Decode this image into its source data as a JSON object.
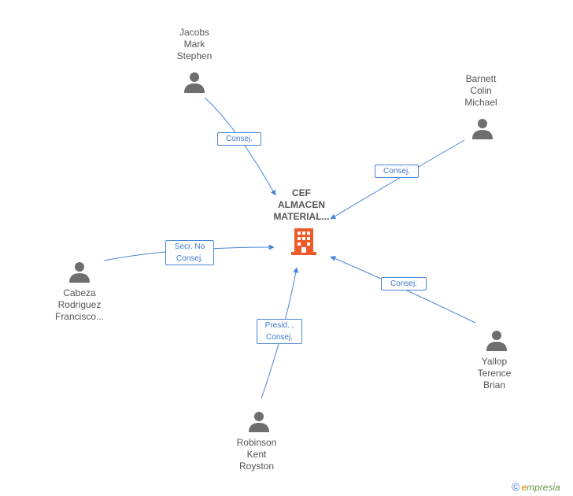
{
  "company": {
    "name_lines": [
      "CEF",
      "ALMACEN",
      "MATERIAL..."
    ],
    "icon": "building-icon",
    "color": "#f05a28"
  },
  "people": [
    {
      "id": "jacobs",
      "lines": [
        "Jacobs",
        "Mark",
        "Stephen"
      ],
      "role_lines": [
        "Consej."
      ]
    },
    {
      "id": "barnett",
      "lines": [
        "Barnett",
        "Colin",
        "Michael"
      ],
      "role_lines": [
        "Consej."
      ]
    },
    {
      "id": "cabeza",
      "lines": [
        "Cabeza",
        "Rodriguez",
        "Francisco..."
      ],
      "role_lines": [
        "Secr.  No",
        "Consej."
      ]
    },
    {
      "id": "robinson",
      "lines": [
        "Robinson",
        "Kent",
        "Royston"
      ],
      "role_lines": [
        "Presid. ,",
        "Consej."
      ]
    },
    {
      "id": "yallop",
      "lines": [
        "Yallop",
        "Terence",
        "Brian"
      ],
      "role_lines": [
        "Consej."
      ]
    }
  ],
  "colors": {
    "edge": "#4a86d8",
    "person_icon": "#6e6e6e",
    "label_text": "#555555"
  },
  "watermark": {
    "copyright": "©",
    "brand_first": "e",
    "brand_rest": "mpresia"
  }
}
